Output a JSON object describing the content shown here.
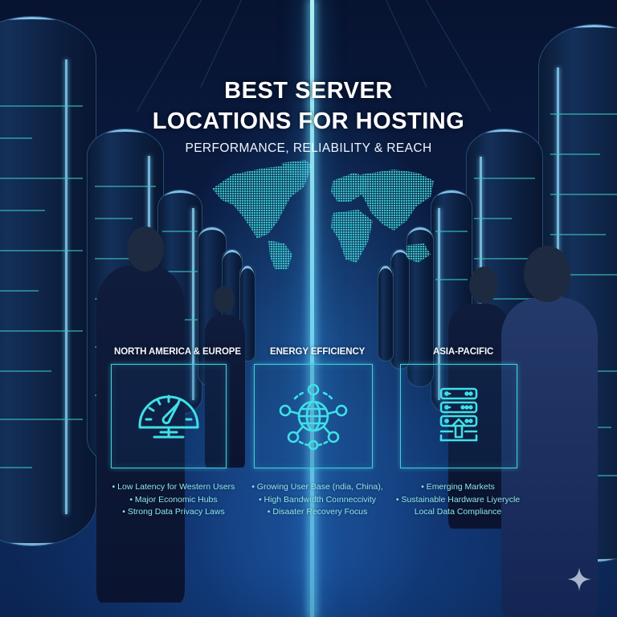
{
  "header": {
    "title_line1": "BEST SERVER",
    "title_line2": "LOCATIONS FOR HOSTING",
    "subtitle": "PERFORMANCE, RELIABILITY & REACH"
  },
  "regions": [
    {
      "label": "NORTH AMERICA & EUROPE",
      "icon": "speedometer-icon",
      "bullets": [
        "• Low Latency for Western Users",
        "• Major Economic Hubs",
        "• Strong Data Privacy Laws"
      ]
    },
    {
      "label": "ENERGY EFFICIENCY",
      "icon": "globe-network-icon",
      "bullets": [
        "• Growing User Base (ndia, China),",
        "• High Bandwıdth Coınneccivity",
        "• Disaater Recovery Focus"
      ]
    },
    {
      "label": "ASIA-PACIFIC",
      "icon": "server-upload-icon",
      "bullets": [
        "• Emerging Markets",
        "• Sustainable Hardware Liyerycle",
        "Local Data Compliance"
      ]
    }
  ],
  "colors": {
    "accent": "#3fd2de",
    "bullet_text": "#8fe6ee",
    "title_text": "#ffffff",
    "background_dark": "#071330",
    "background_mid": "#0f2b60",
    "map_fill": "#3cc9c8"
  },
  "watermark": {
    "icon": "sparkle-icon"
  }
}
